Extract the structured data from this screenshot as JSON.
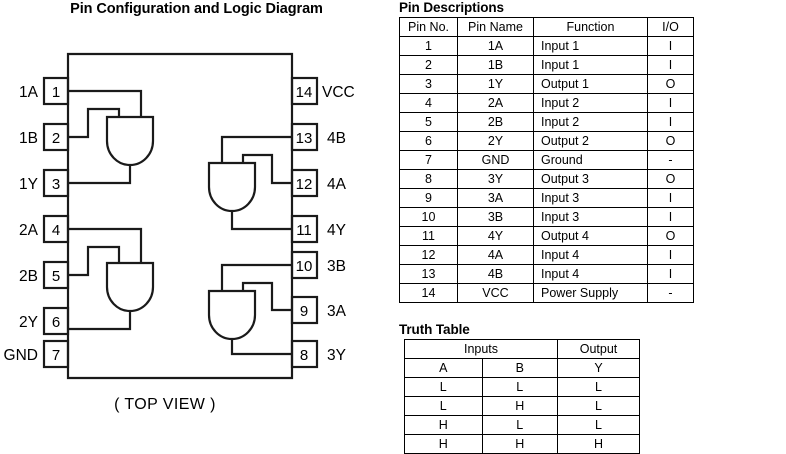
{
  "diagram": {
    "title": "Pin Configuration and Logic Diagram",
    "view_label": "( TOP VIEW )",
    "package": {
      "pin_count": 14,
      "gate_count": 4,
      "gate_type": "AND"
    },
    "left_pins": [
      {
        "number": "1",
        "name": "1A"
      },
      {
        "number": "2",
        "name": "1B"
      },
      {
        "number": "3",
        "name": "1Y"
      },
      {
        "number": "4",
        "name": "2A"
      },
      {
        "number": "5",
        "name": "2B"
      },
      {
        "number": "6",
        "name": "2Y"
      },
      {
        "number": "7",
        "name": "GND"
      }
    ],
    "right_pins": [
      {
        "number": "14",
        "name": "VCC"
      },
      {
        "number": "13",
        "name": "4B"
      },
      {
        "number": "12",
        "name": "4A"
      },
      {
        "number": "11",
        "name": "4Y"
      },
      {
        "number": "10",
        "name": "3B"
      },
      {
        "number": "9",
        "name": "3A"
      },
      {
        "number": "8",
        "name": "3Y"
      }
    ]
  },
  "pin_descriptions": {
    "title": "Pin Descriptions",
    "columns": [
      "Pin No.",
      "Pin Name",
      "Function",
      "I/O"
    ],
    "rows": [
      [
        "1",
        "1A",
        "Input 1",
        "I"
      ],
      [
        "2",
        "1B",
        "Input 1",
        "I"
      ],
      [
        "3",
        "1Y",
        "Output 1",
        "O"
      ],
      [
        "4",
        "2A",
        "Input 2",
        "I"
      ],
      [
        "5",
        "2B",
        "Input 2",
        "I"
      ],
      [
        "6",
        "2Y",
        "Output 2",
        "O"
      ],
      [
        "7",
        "GND",
        "Ground",
        "-"
      ],
      [
        "8",
        "3Y",
        "Output 3",
        "O"
      ],
      [
        "9",
        "3A",
        "Input 3",
        "I"
      ],
      [
        "10",
        "3B",
        "Input 3",
        "I"
      ],
      [
        "11",
        "4Y",
        "Output 4",
        "O"
      ],
      [
        "12",
        "4A",
        "Input 4",
        "I"
      ],
      [
        "13",
        "4B",
        "Input 4",
        "I"
      ],
      [
        "14",
        "VCC",
        "Power Supply",
        "-"
      ]
    ]
  },
  "truth_table": {
    "title": "Truth Table",
    "group_headers": [
      "Inputs",
      "Output"
    ],
    "columns": [
      "A",
      "B",
      "Y"
    ],
    "rows": [
      [
        "L",
        "L",
        "L"
      ],
      [
        "L",
        "H",
        "L"
      ],
      [
        "H",
        "L",
        "L"
      ],
      [
        "H",
        "H",
        "H"
      ]
    ]
  },
  "colors": {
    "background": "#ffffff",
    "ink": "#000000"
  }
}
